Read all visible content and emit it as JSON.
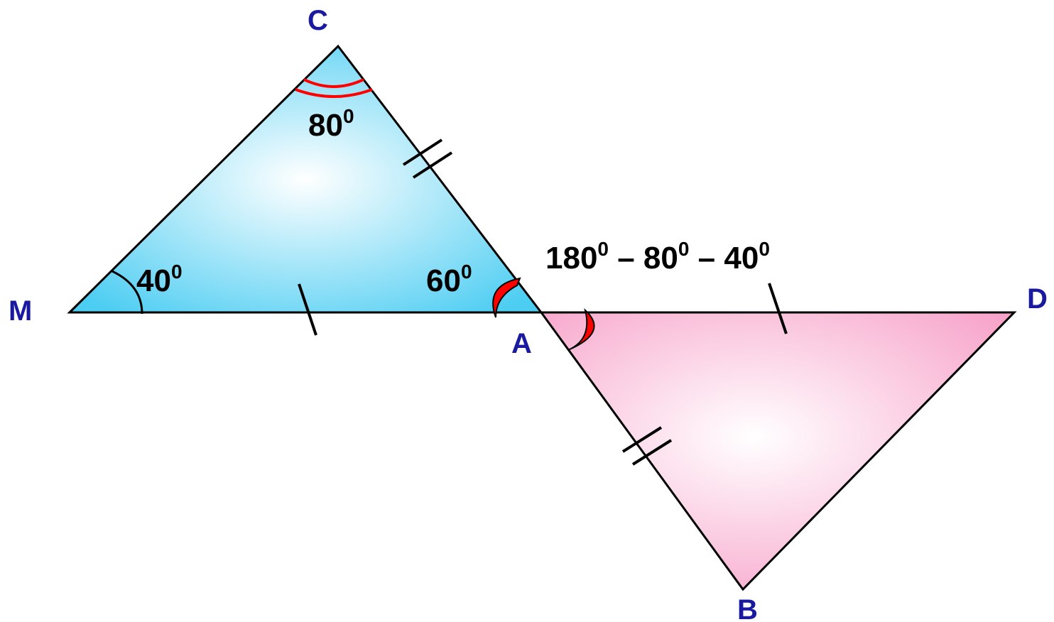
{
  "vertices": {
    "C": "C",
    "M": "M",
    "A": "A",
    "D": "D",
    "B": "B"
  },
  "angles": {
    "angle_c": {
      "base": "80",
      "exp": "0"
    },
    "angle_m": {
      "base": "40",
      "exp": "0"
    },
    "angle_a": {
      "base": "60",
      "exp": "0"
    }
  },
  "expression": {
    "t1": "180",
    "e1": "0",
    "op1": " – ",
    "t2": "80",
    "e2": "0",
    "op2": " – ",
    "t3": "40",
    "e3": "0"
  },
  "colors": {
    "left_triangle_edge": "#4ccdf2",
    "left_triangle_center": "#ffffff",
    "right_triangle_edge": "#f7a0c8",
    "right_triangle_center": "#ffffff",
    "vertex_label": "#1a1aa0",
    "angle_mark_red": "#ff0000"
  }
}
